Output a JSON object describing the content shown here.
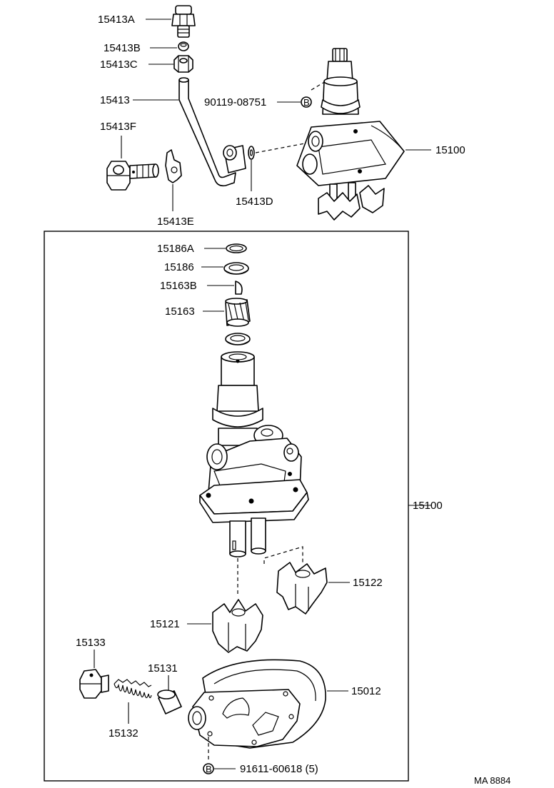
{
  "labels": {
    "p15413A": "15413A",
    "p15413B": "15413B",
    "p15413C": "15413C",
    "p15413": "15413",
    "p90119": "90119-08751",
    "p15100_top": "15100",
    "p15413F": "15413F",
    "p15413D": "15413D",
    "p15413E": "15413E",
    "p15186A": "15186A",
    "p15186": "15186",
    "p15163B": "15163B",
    "p15163": "15163",
    "p15100_box": "15100",
    "p15122": "15122",
    "p15121": "15121",
    "p15133": "15133",
    "p15131": "15131",
    "p15012": "15012",
    "p15132": "15132",
    "p91611": "91611-60618 (5)"
  },
  "callout_letter": "B",
  "code": "MA 8884"
}
